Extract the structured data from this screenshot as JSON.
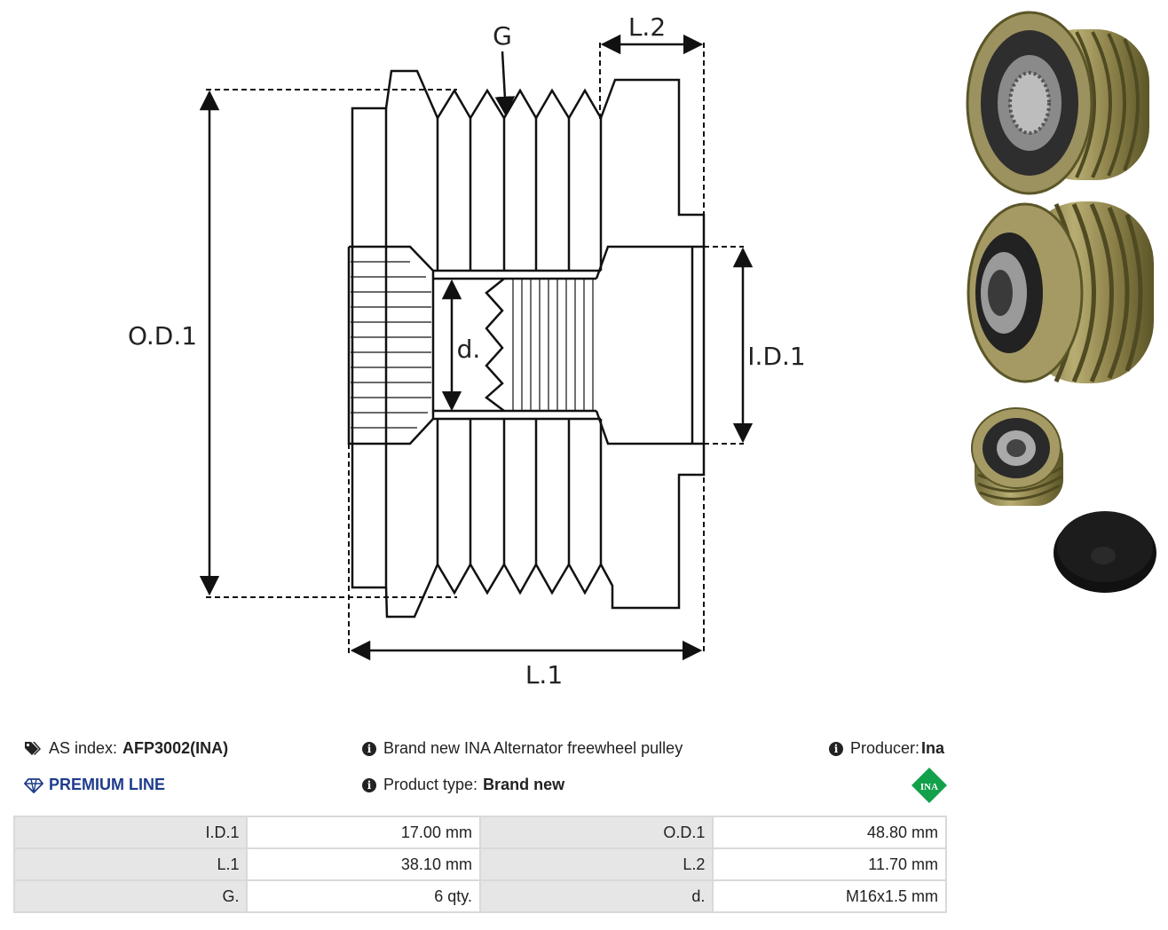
{
  "diagram": {
    "labels": {
      "groove": "G",
      "l2": "L.2",
      "od1": "O.D.1",
      "d": "d.",
      "id1": "I.D.1",
      "l1": "L.1"
    }
  },
  "photos": [
    {
      "name": "pulley-front-photo"
    },
    {
      "name": "pulley-back-photo"
    },
    {
      "name": "pulley-small-photo"
    },
    {
      "name": "pulley-cap-photo"
    }
  ],
  "info": {
    "as_index_label": "AS index:",
    "as_index_value": "AFP3002(INA)",
    "premium_label": "PREMIUM LINE",
    "description": "Brand new INA Alternator freewheel pulley",
    "product_type_label": "Product type:",
    "product_type_value": "Brand new",
    "producer_label": "Producer:",
    "producer_value": "Ina",
    "brand_logo_text": "INA"
  },
  "specs": {
    "rows": [
      {
        "k1": "I.D.1",
        "v1": "17.00 mm",
        "k2": "O.D.1",
        "v2": "48.80 mm"
      },
      {
        "k1": "L.1",
        "v1": "38.10 mm",
        "k2": "L.2",
        "v2": "11.70 mm"
      },
      {
        "k1": "G.",
        "v1": "6 qty.",
        "k2": "d.",
        "v2": "M16x1.5 mm"
      }
    ]
  },
  "colors": {
    "premium": "#1e3c8c",
    "ina_green": "#12a04a",
    "metal_gold": "#a99a5a"
  }
}
